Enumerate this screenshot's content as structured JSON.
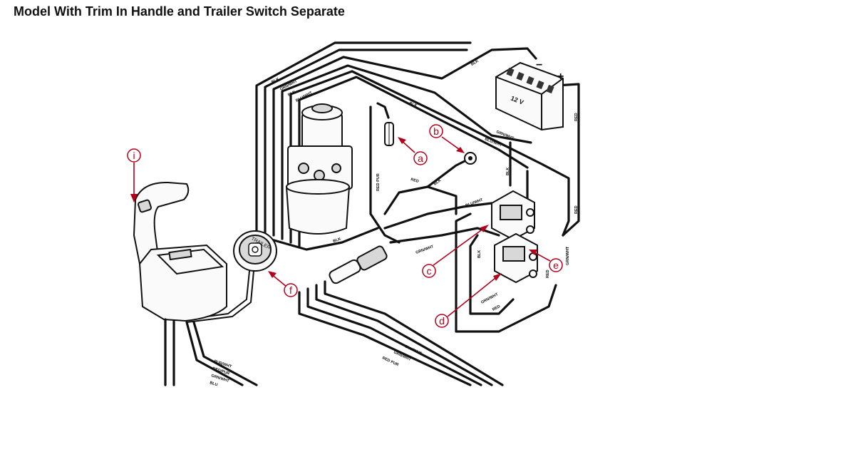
{
  "title": "Model With Trim In Handle and Trailer Switch Separate",
  "battery": {
    "voltage": "12 V",
    "negative": "−",
    "positive": "+"
  },
  "switch_label": "TRAILER",
  "callouts": [
    "a",
    "b",
    "c",
    "d",
    "e",
    "f",
    "i"
  ],
  "wire_labels": {
    "blk": "BLK",
    "grn_wht": "GRN/WHT",
    "blu_wht": "BLU/WHT",
    "red": "RED",
    "red_pur": "RED PUR",
    "red_slash_pur": "RED/PUR",
    "pur_wht": "PUR/WHT",
    "blu": "BLU"
  },
  "colors": {
    "callout": "#b3001b",
    "line": "#111111"
  }
}
